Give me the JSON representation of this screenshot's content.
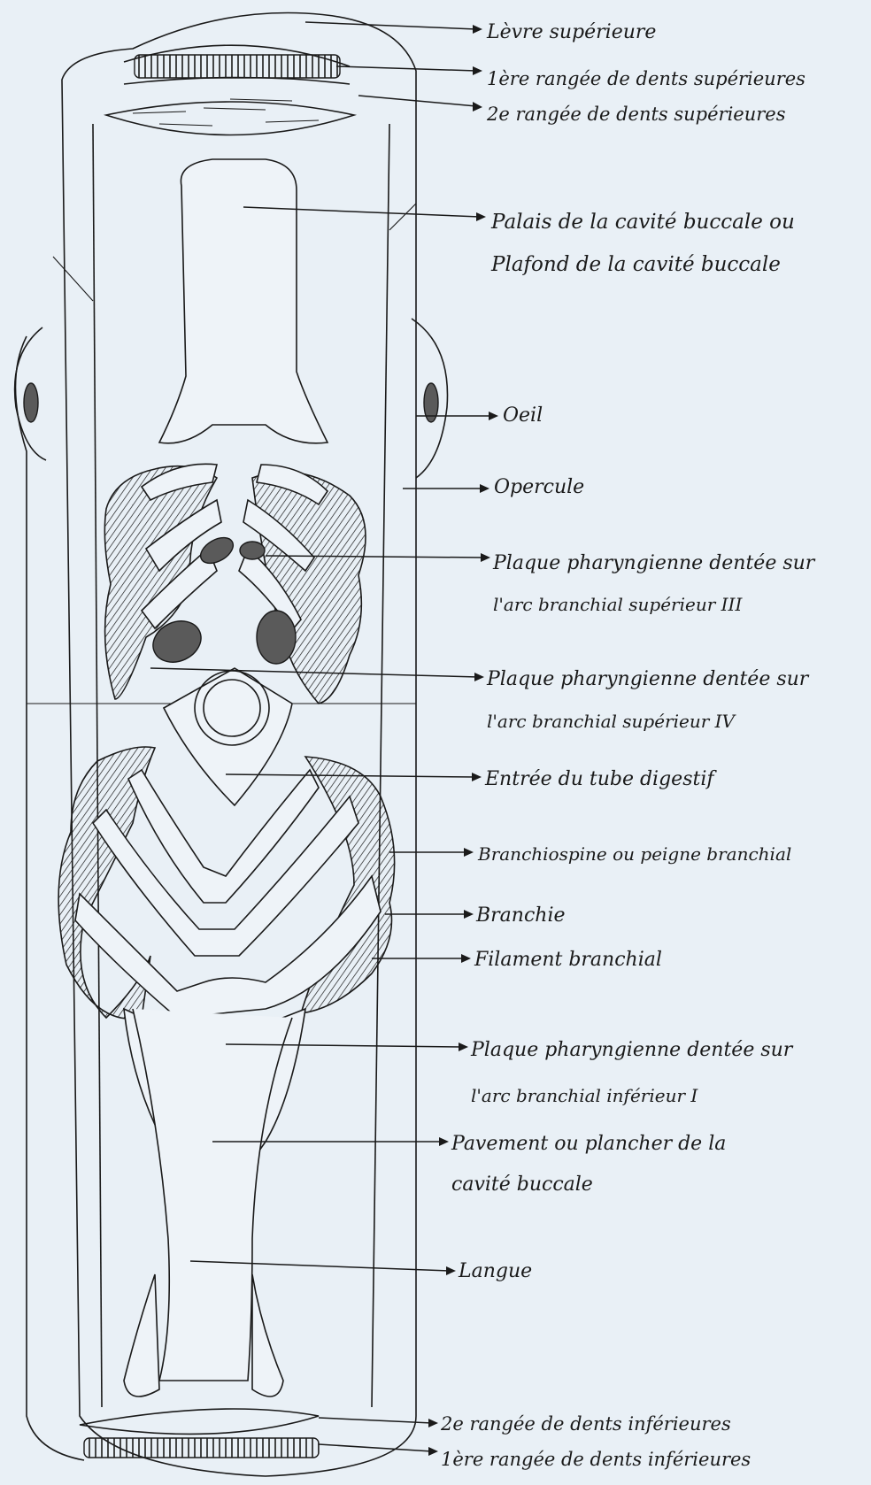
{
  "labels": {
    "levre_superieure": "Lèvre supérieure",
    "rangee1_sup": "1ère rangée de dents supérieures",
    "rangee2_sup": "2e rangée de dents supérieures",
    "palais_1": "Palais de la cavité buccale ou",
    "palais_2": "Plafond de la cavité buccale",
    "oeil": "Oeil",
    "opercule": "Opercule",
    "plaque3_1": "Plaque pharyngienne dentée sur",
    "plaque3_2": "l'arc branchial supérieur III",
    "plaque4_1": "Plaque pharyngienne dentée sur",
    "plaque4_2": "l'arc branchial supérieur IV",
    "entree": "Entrée du tube digestif",
    "branchiospine": "Branchiospine ou peigne branchial",
    "branchie": "Branchie",
    "filament": "Filament branchial",
    "plaqueinf_1": "Plaque pharyngienne dentée sur",
    "plaqueinf_2": "l'arc branchial inférieur I",
    "pavement_1": "Pavement ou plancher de la",
    "pavement_2": "cavité buccale",
    "langue": "Langue",
    "rangee2_inf": "2e rangée de dents inférieures",
    "rangee1_inf": "1ère rangée de dents inférieures"
  },
  "colors": {
    "background": "#e9f0f6",
    "ink": "#1a1a1a",
    "shade": "#5a5a5a"
  }
}
